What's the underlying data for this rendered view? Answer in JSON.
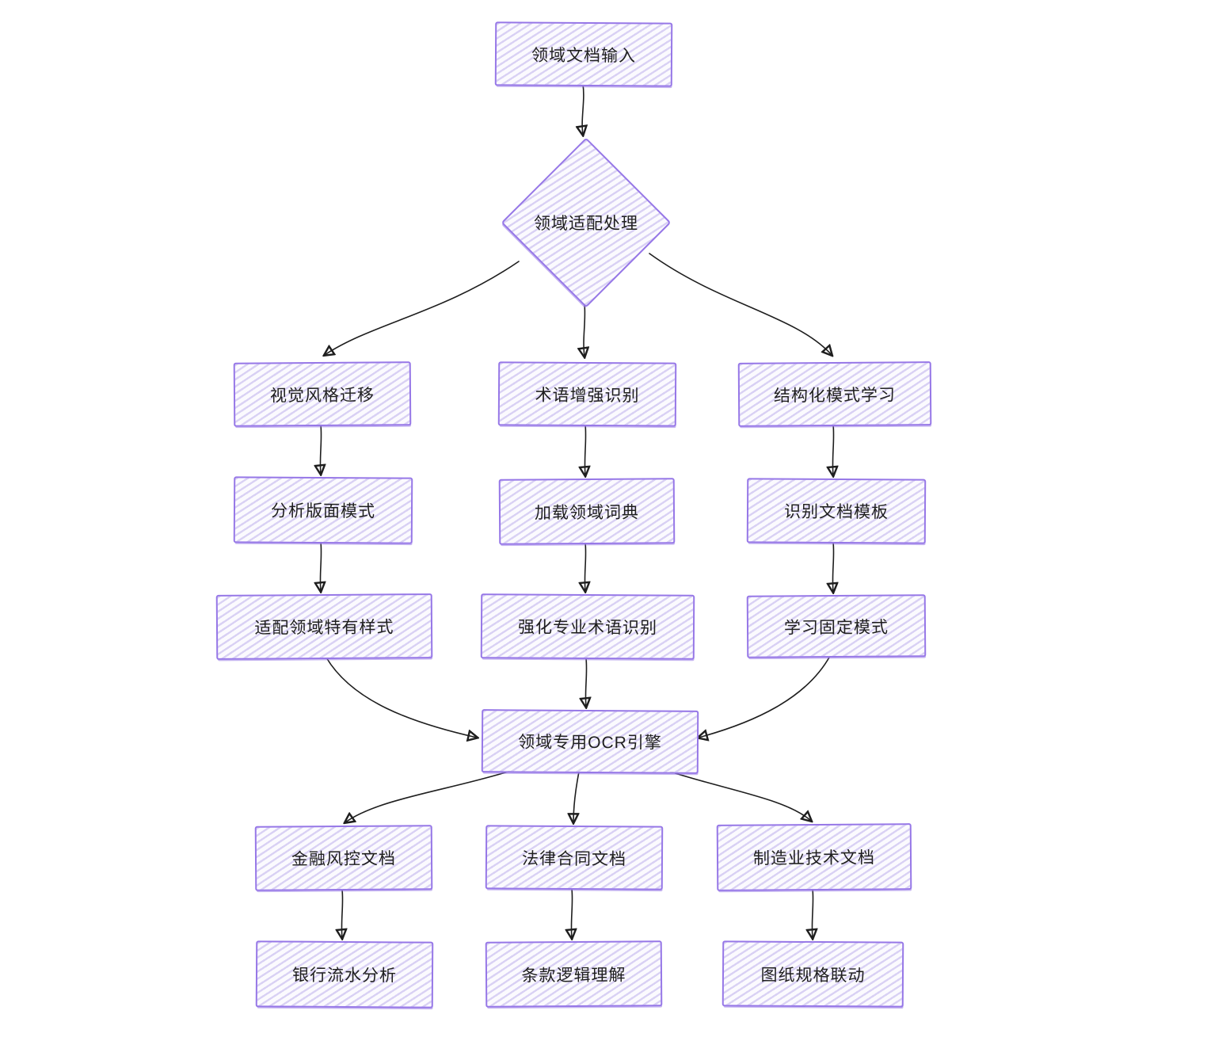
{
  "diagram": {
    "type": "flowchart",
    "style": "hand-drawn-sketch",
    "colors": {
      "accent": "#9677e7",
      "hatch": "#d9d1f4",
      "node_fill": "#fbfafe",
      "line": "#1e1e1e",
      "text": "#1e1e1e",
      "background": "#ffffff"
    },
    "nodes": {
      "input": {
        "label": "领域文档输入",
        "shape": "rect"
      },
      "adapt": {
        "label": "领域适配处理",
        "shape": "diamond"
      },
      "visual_style": {
        "label": "视觉风格迁移",
        "shape": "rect"
      },
      "term_enhance": {
        "label": "术语增强识别",
        "shape": "rect"
      },
      "struct_learn": {
        "label": "结构化模式学习",
        "shape": "rect"
      },
      "layout_analyze": {
        "label": "分析版面模式",
        "shape": "rect"
      },
      "load_dict": {
        "label": "加载领域词典",
        "shape": "rect"
      },
      "doc_template": {
        "label": "识别文档模板",
        "shape": "rect"
      },
      "adapt_style": {
        "label": "适配领域特有样式",
        "shape": "rect"
      },
      "pro_term": {
        "label": "强化专业术语识别",
        "shape": "rect"
      },
      "fixed_pattern": {
        "label": "学习固定模式",
        "shape": "rect"
      },
      "ocr_engine": {
        "label": "领域专用OCR引擎",
        "shape": "rect"
      },
      "finance_doc": {
        "label": "金融风控文档",
        "shape": "rect"
      },
      "legal_doc": {
        "label": "法律合同文档",
        "shape": "rect"
      },
      "manufacture_doc": {
        "label": "制造业技术文档",
        "shape": "rect"
      },
      "bank_flow": {
        "label": "银行流水分析",
        "shape": "rect"
      },
      "clause_logic": {
        "label": "条款逻辑理解",
        "shape": "rect"
      },
      "drawing_spec": {
        "label": "图纸规格联动",
        "shape": "rect"
      }
    },
    "edges": [
      {
        "from": "input",
        "to": "adapt"
      },
      {
        "from": "adapt",
        "to": "visual_style"
      },
      {
        "from": "adapt",
        "to": "term_enhance"
      },
      {
        "from": "adapt",
        "to": "struct_learn"
      },
      {
        "from": "visual_style",
        "to": "layout_analyze"
      },
      {
        "from": "term_enhance",
        "to": "load_dict"
      },
      {
        "from": "struct_learn",
        "to": "doc_template"
      },
      {
        "from": "layout_analyze",
        "to": "adapt_style"
      },
      {
        "from": "load_dict",
        "to": "pro_term"
      },
      {
        "from": "doc_template",
        "to": "fixed_pattern"
      },
      {
        "from": "adapt_style",
        "to": "ocr_engine"
      },
      {
        "from": "pro_term",
        "to": "ocr_engine"
      },
      {
        "from": "fixed_pattern",
        "to": "ocr_engine"
      },
      {
        "from": "ocr_engine",
        "to": "finance_doc"
      },
      {
        "from": "ocr_engine",
        "to": "legal_doc"
      },
      {
        "from": "ocr_engine",
        "to": "manufacture_doc"
      },
      {
        "from": "finance_doc",
        "to": "bank_flow"
      },
      {
        "from": "legal_doc",
        "to": "clause_logic"
      },
      {
        "from": "manufacture_doc",
        "to": "drawing_spec"
      }
    ]
  }
}
